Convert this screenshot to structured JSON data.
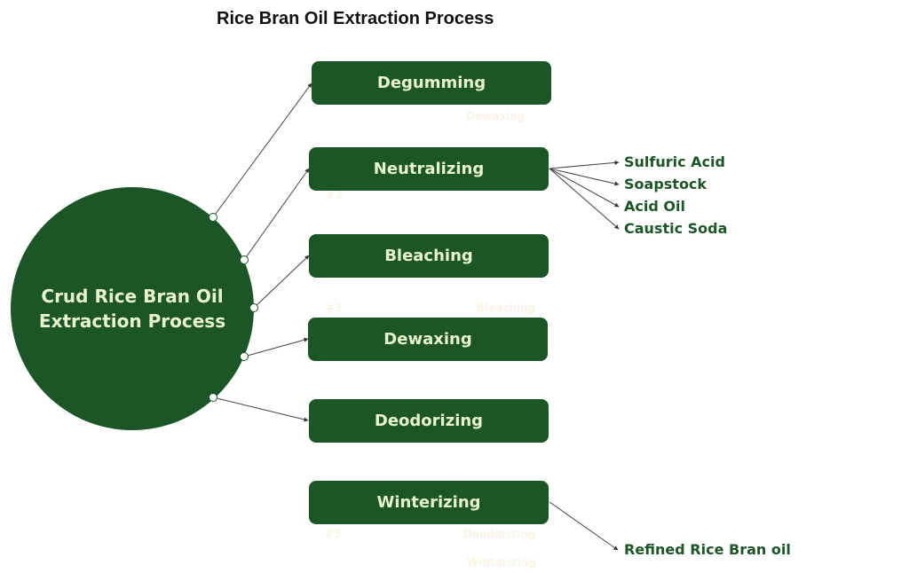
{
  "title": "Rice Bran Oil Extraction Process",
  "center": {
    "label": "Crud Rice Bran Oil Extraction Process"
  },
  "steps": [
    {
      "label": "Degumming"
    },
    {
      "label": "Neutralizing"
    },
    {
      "label": "Bleaching"
    },
    {
      "label": "Dewaxing"
    },
    {
      "label": "Deodorizing"
    },
    {
      "label": "Winterizing"
    }
  ],
  "neutralizing_outputs": [
    "Sulfuric Acid",
    "Soapstock",
    "Acid Oil",
    "Caustic Soda"
  ],
  "final_output": "Refined Rice Bran oil",
  "ghost_text": {
    "g1": "Dewaxing",
    "g2": "#2",
    "g3a": "#3",
    "g3b": "Bleaching",
    "g5a": "#5",
    "g5b": "Deodorizing",
    "g6": "Winterizing"
  },
  "colors": {
    "node_fill": "#1c5627",
    "node_text": "#e8f5cc",
    "line": "#333333"
  }
}
